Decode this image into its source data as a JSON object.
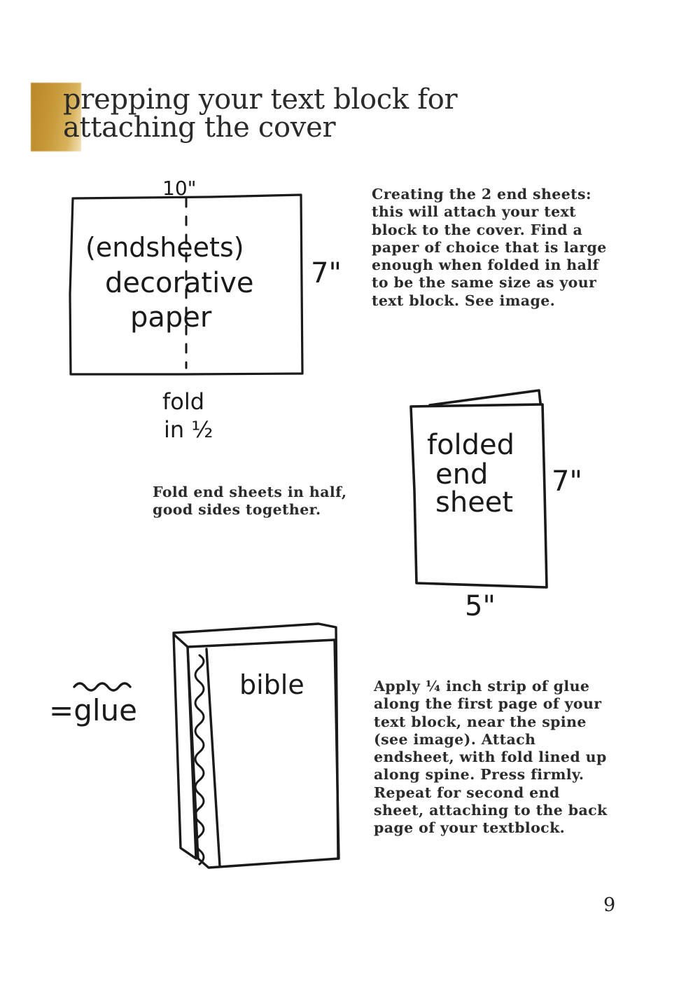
{
  "page": {
    "title_lines": [
      "prepping your text block for",
      "attaching the cover"
    ],
    "accent_color": "#c39434",
    "page_number": "9"
  },
  "paragraphs": {
    "end_sheets": [
      "Creating the 2 end sheets:",
      "this will attach your text",
      "block to the cover. Find a",
      "paper of choice that is large",
      "enough when folded in half",
      "to be the same size as your",
      "text block. See image."
    ],
    "fold": [
      "Fold end sheets in half,",
      "good sides together."
    ],
    "glue": [
      "Apply ¼ inch strip of glue",
      "along the first page of your",
      "text block, near the spine",
      "(see image). Attach",
      "endsheet, with fold lined up",
      "along spine. Press firmly.",
      "Repeat for second end",
      "sheet, attaching to the back",
      "page of your textblock."
    ]
  },
  "sketches": {
    "endsheet_diagram": {
      "width_label": "10\"",
      "height_label": "7\"",
      "inner_lines": [
        "(endsheets)",
        "decorative",
        "paper"
      ],
      "fold_lines": [
        "fold",
        "in ½"
      ]
    },
    "folded_sheet": {
      "inner_lines": [
        "folded",
        "end",
        "sheet"
      ],
      "height_label": "7\"",
      "width_label": "5\""
    },
    "glue_book": {
      "glue_legend": "=glue",
      "book_label": "bible"
    }
  }
}
